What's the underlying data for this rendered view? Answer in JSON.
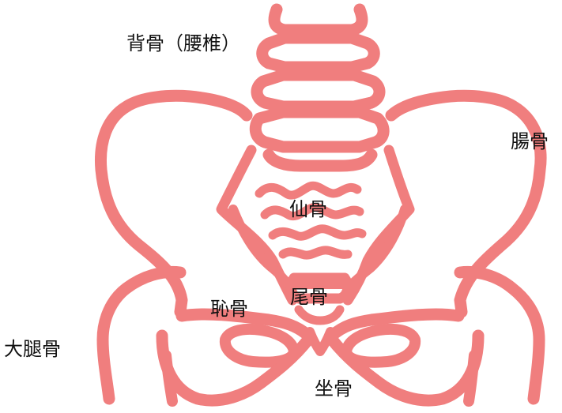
{
  "labels": {
    "lumbar_spine": "背骨（腰椎）",
    "ilium": "腸骨",
    "sacrum": "仙骨",
    "coccyx": "尾骨",
    "pubis": "恥骨",
    "femur": "大腿骨",
    "ischium": "坐骨"
  },
  "colors": {
    "bone_outline": "#f07e7e",
    "label_text": "#111111",
    "background": "#ffffff"
  }
}
